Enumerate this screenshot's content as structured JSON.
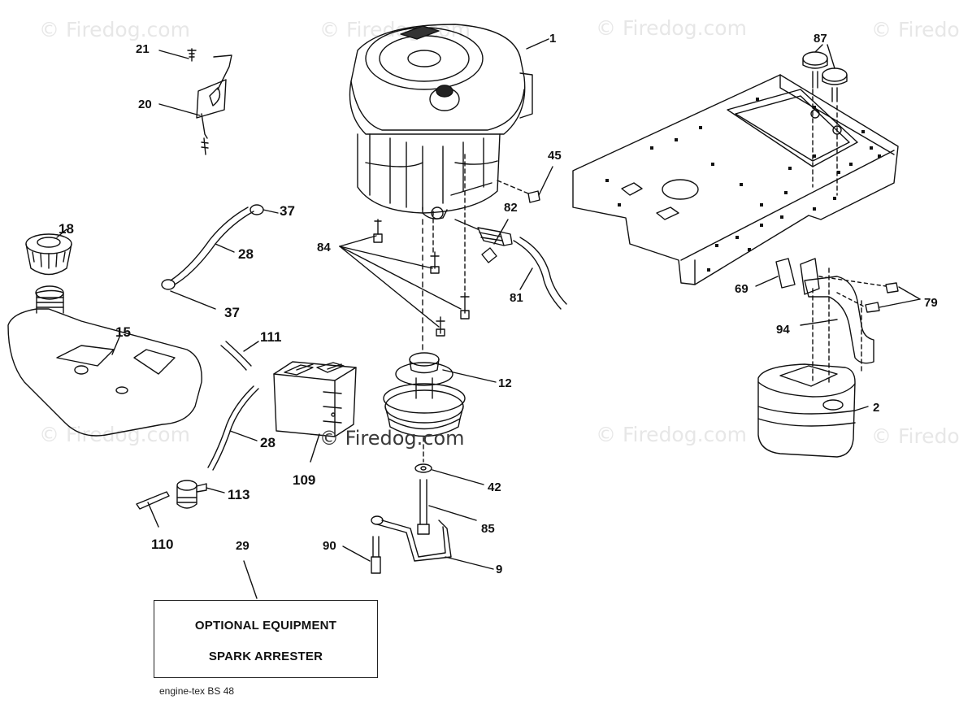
{
  "watermarks": {
    "w1": "© Firedog.com",
    "w2": "© Firedog.com",
    "w3": "© Firedog.com",
    "w4": "© Firedo",
    "w5": "© Firedog.com",
    "w6": "© Firedog.com",
    "w7": "© Firedo",
    "center": "© Firedog.com"
  },
  "parts": {
    "p1": "1",
    "p2": "2",
    "p9": "9",
    "p12": "12",
    "p15": "15",
    "p18": "18",
    "p20": "20",
    "p21": "21",
    "p28a": "28",
    "p28b": "28",
    "p29": "29",
    "p37a": "37",
    "p37b": "37",
    "p42": "42",
    "p45": "45",
    "p69": "69",
    "p79": "79",
    "p81": "81",
    "p82": "82",
    "p84": "84",
    "p85": "85",
    "p87": "87",
    "p90": "90",
    "p94": "94",
    "p109": "109",
    "p110": "110",
    "p111": "111",
    "p113": "113"
  },
  "optional_box": {
    "line1": "OPTIONAL EQUIPMENT",
    "line2": "SPARK ARRESTER"
  },
  "caption": "engine-tex  BS  48"
}
